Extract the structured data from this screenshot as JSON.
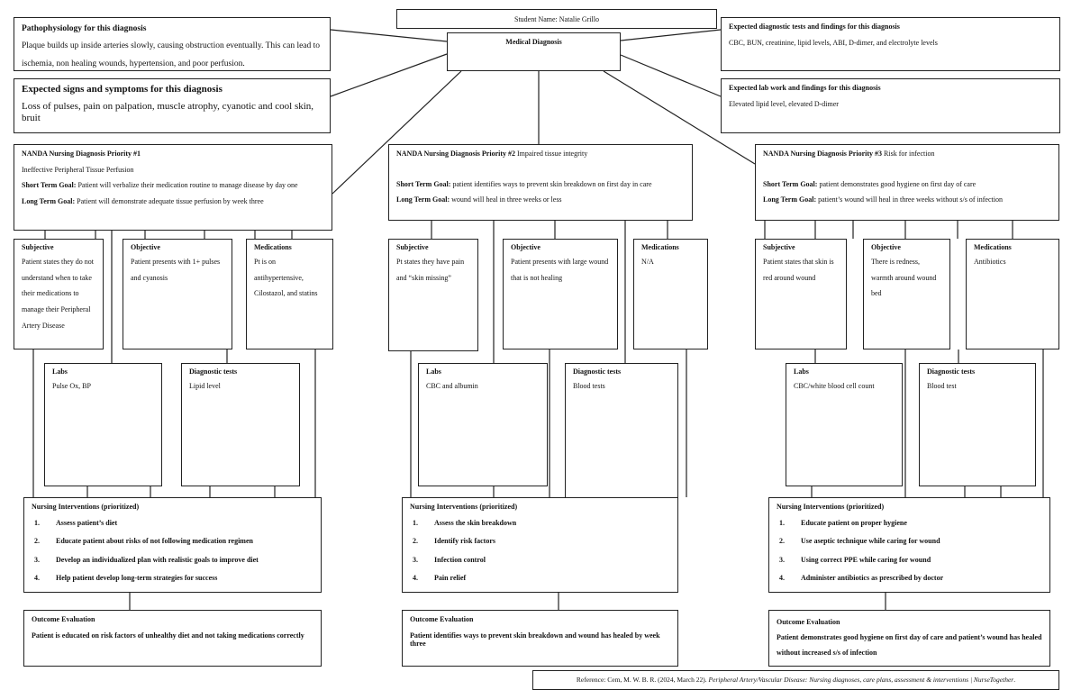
{
  "student": {
    "label": "Student Name: Natalie Grillo"
  },
  "medical_diagnosis": {
    "title": "Medical Diagnosis"
  },
  "pathophysiology": {
    "title": "Pathophysiology for this diagnosis",
    "text": "Plaque builds up inside arteries slowly, causing obstruction eventually. This can lead to ischemia, non healing wounds, hypertension, and poor perfusion."
  },
  "signs": {
    "title": "Expected signs and symptoms for this diagnosis",
    "text": "Loss of pulses, pain on palpation, muscle atrophy, cyanotic and cool skin, bruit"
  },
  "diag_tests": {
    "title": "Expected diagnostic tests and findings for this diagnosis",
    "text": "CBC, BUN, creatinine, lipid levels, ABI, D-dimer, and electrolyte levels"
  },
  "lab_work": {
    "title": "Expected lab work and findings for this diagnosis",
    "text": "Elevated lipid level, elevated D-dimer"
  },
  "labels": {
    "short": "Short Term Goal:",
    "long": "Long Term Goal:",
    "subjective": "Subjective",
    "objective": "Objective",
    "medications": "Medications",
    "labs": "Labs",
    "diagnostic": "Diagnostic tests",
    "interventions": "Nursing Interventions (prioritized)",
    "outcome": "Outcome Evaluation"
  },
  "priorities": [
    {
      "title": "NANDA Nursing Diagnosis Priority #1",
      "diagnosis": "Ineffective Peripheral Tissue Perfusion",
      "short_goal": "Patient will verbalize their medication routine to manage disease by day one",
      "long_goal": "Patient will demonstrate adequate tissue perfusion by week three",
      "subjective": "Patient states they do not understand when to take their medications to manage their Peripheral Artery Disease",
      "objective": "Patient presents with 1+ pulses and cyanosis",
      "medications": "Pt is on antihypertensive, Cilostazol, and statins",
      "labs": "Pulse Ox, BP",
      "diagnostic": "Lipid level",
      "interventions": [
        {
          "n": "1.",
          "t": "Assess patient’s diet"
        },
        {
          "n": "2.",
          "t": "Educate patient about risks of not following medication regimen"
        },
        {
          "n": "3.",
          "t": "Develop an individualized plan with realistic goals to improve diet"
        },
        {
          "n": "4.",
          "t": "Help patient develop long-term strategies for success"
        }
      ],
      "outcome": "Patient is educated on risk factors of unhealthy diet and not taking medications correctly"
    },
    {
      "title": "NANDA Nursing Diagnosis Priority #2",
      "diagnosis": "Impaired tissue integrity",
      "short_goal": "patient identifies ways to prevent skin breakdown on first day in care",
      "long_goal": "wound will heal in three weeks or less",
      "subjective": "Pt states they have pain and “skin missing”",
      "objective": "Patient presents with large wound that is not healing",
      "medications": "N/A",
      "labs": "CBC and albumin",
      "diagnostic": "Blood tests",
      "interventions": [
        {
          "n": "1.",
          "t": "Assess the skin breakdown"
        },
        {
          "n": "2.",
          "t": "Identify risk factors"
        },
        {
          "n": "3.",
          "t": "Infection control"
        },
        {
          "n": "4.",
          "t": "Pain relief"
        }
      ],
      "outcome": "Patient identifies ways to prevent skin breakdown and wound has healed by week three"
    },
    {
      "title": "NANDA Nursing Diagnosis Priority #3",
      "diagnosis": "Risk for infection",
      "short_goal": "patient demonstrates good hygiene on first day of care",
      "long_goal": "patient’s wound will heal in three weeks without s/s of infection",
      "subjective": "Patient states that skin is red around wound",
      "objective": "There is redness, warmth around wound bed",
      "medications": "Antibiotics",
      "labs": "CBC/white blood cell count",
      "diagnostic": "Blood test",
      "interventions": [
        {
          "n": "1.",
          "t": "Educate patient on proper hygiene"
        },
        {
          "n": "2.",
          "t": "Use aseptic technique while caring for wound"
        },
        {
          "n": "3.",
          "t": "Using correct PPE while caring for wound"
        },
        {
          "n": "4.",
          "t": "Administer antibiotics as prescribed by doctor"
        }
      ],
      "outcome": "Patient demonstrates good hygiene on first day of care and patient’s wound has healed without increased s/s of infection"
    }
  ],
  "reference": {
    "prefix": "Reference: Cem, M. W. B. R. (2024, March 22). ",
    "title": "Peripheral Artery/Vascular Disease: Nursing diagnoses, care plans, assessment & interventions | NurseTogether",
    "suffix": "."
  }
}
